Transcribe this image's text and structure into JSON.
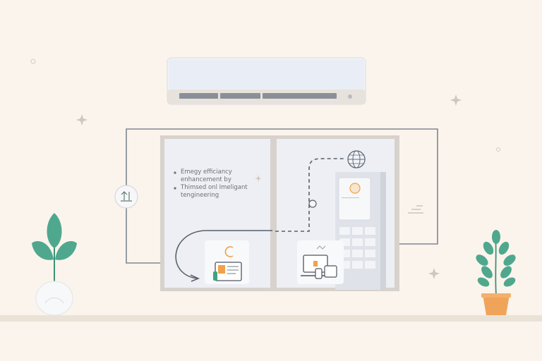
{
  "colors": {
    "background": "#fbf4ec",
    "floor": "#ebe2d7",
    "line": "#8a9099",
    "panel": "#eeeff4",
    "leaf": "#4fa88e",
    "pot": "#f0a45a",
    "accent_orange": "#f0a24a",
    "accent_teal": "#3fa37f"
  },
  "icons": [
    "thermostat-icon",
    "globe-icon",
    "dashboard-icon",
    "laptop-icon",
    "sparkle-icon"
  ],
  "panel_text": {
    "line1": "Emegy efficiancy",
    "line2": "enhancement by",
    "line3": "Thimsed onl Imeligant",
    "line4": "tengineering"
  },
  "server_label": "—————"
}
